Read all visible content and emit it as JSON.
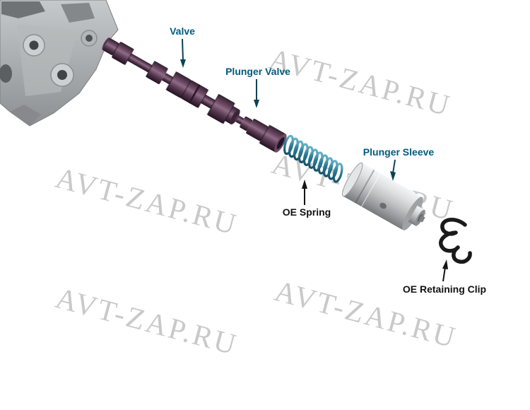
{
  "watermark": {
    "text": "AVT-ZAP.RU"
  },
  "diagram": {
    "labels": {
      "valve": "Valve",
      "plunger_valve": "Plunger Valve",
      "plunger_sleeve": "Plunger Sleeve",
      "oe_spring": "OE Spring",
      "oe_retaining_clip": "OE Retaining Clip"
    },
    "parts": [
      "valve-body-casting",
      "valve",
      "plunger-valve",
      "oe-spring",
      "plunger-sleeve",
      "oe-retaining-clip"
    ],
    "colors": {
      "label_blue": "#005b7f",
      "annotation_black": "#111111",
      "watermark_gray": "#c9c9c9",
      "valve_purple": "#5e3c58",
      "spring_teal": "#2b7a92",
      "sleeve_silver": "#c3c5c7",
      "clip_black": "#1a1a1a",
      "casting_gray": "#a7aaad"
    }
  }
}
